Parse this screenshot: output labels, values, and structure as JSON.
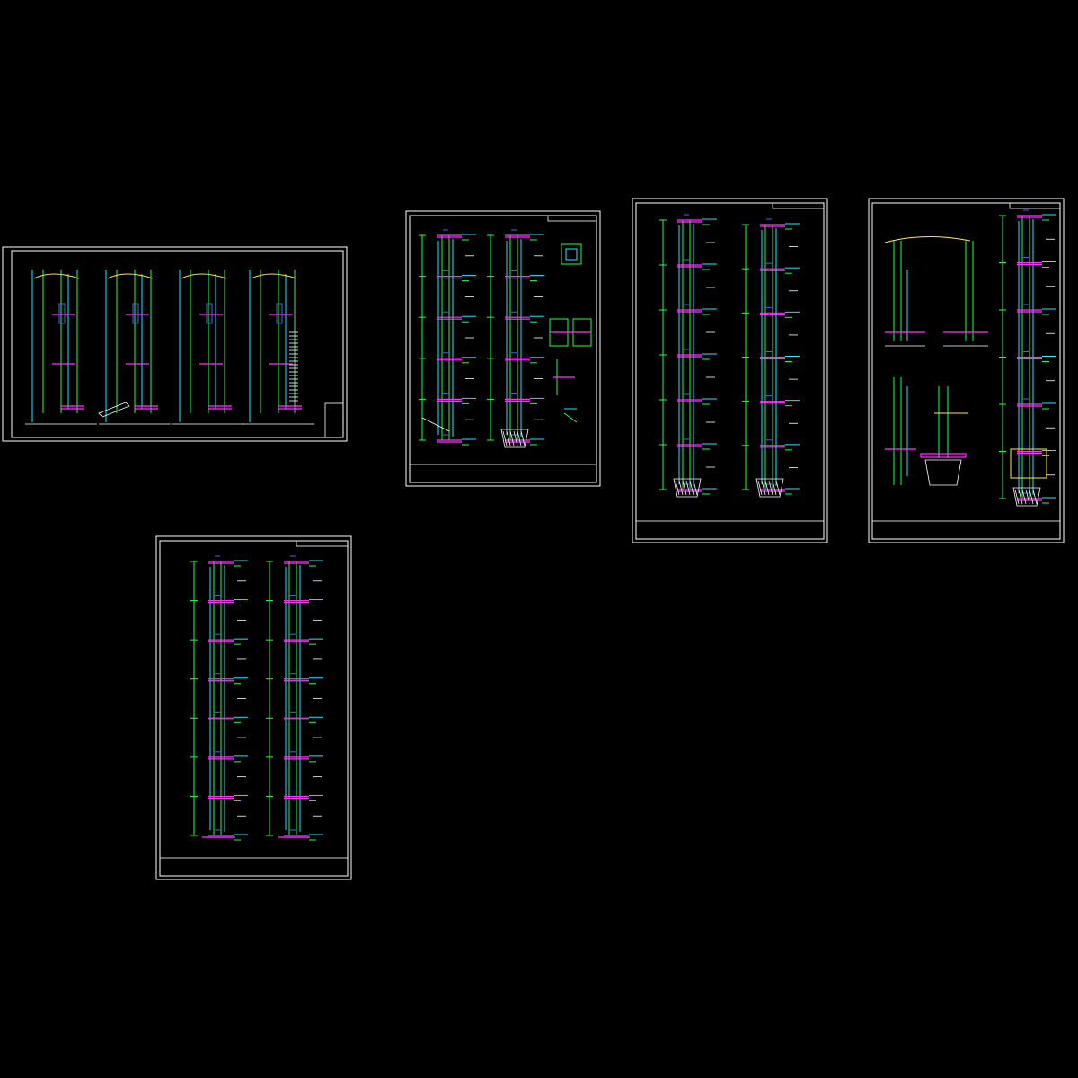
{
  "drawing": {
    "background": "#000000",
    "colors": {
      "frame": "#ffffff",
      "wall": "#22ff44",
      "glass": "#22e6ff",
      "slab": "#ff33ff",
      "accent": "#ffee33",
      "steel": "#4466ff"
    },
    "sheets": [
      {
        "id": "sheet-1",
        "kind": "landscape-4-sections"
      },
      {
        "id": "sheet-2",
        "kind": "portrait-2-sections-details"
      },
      {
        "id": "sheet-3",
        "kind": "portrait-2-sections"
      },
      {
        "id": "sheet-4",
        "kind": "portrait-details-section"
      },
      {
        "id": "sheet-5",
        "kind": "portrait-2-sections"
      }
    ]
  }
}
